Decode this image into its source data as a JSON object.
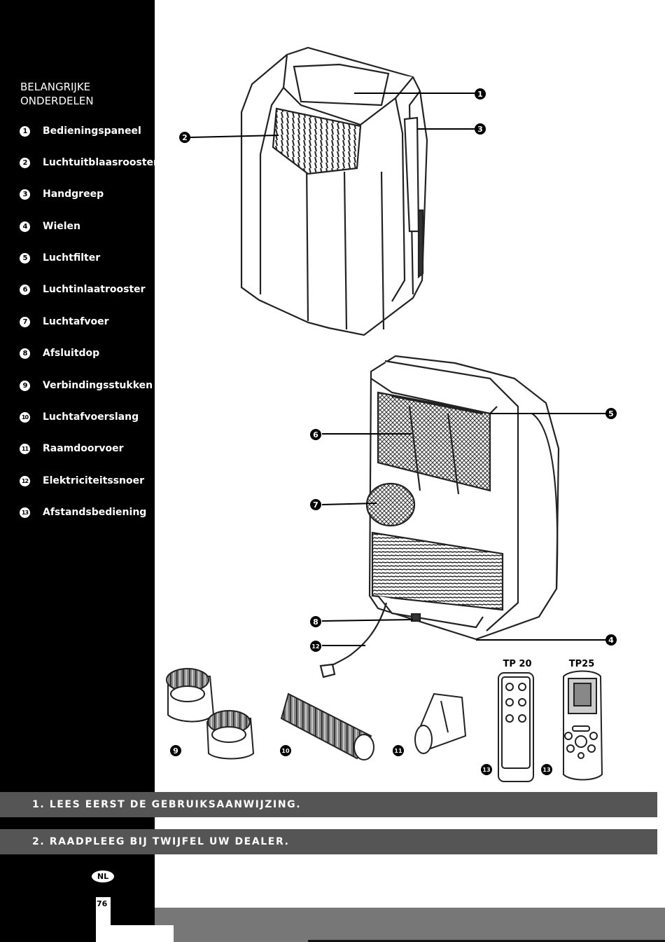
{
  "sidebar": {
    "title_line1": "BELANGRIJKE",
    "title_line2": "ONDERDELEN",
    "items": [
      {
        "num": "1",
        "label": "Bedieningspaneel"
      },
      {
        "num": "2",
        "label": "Luchtuitblaasrooster"
      },
      {
        "num": "3",
        "label": "Handgreep"
      },
      {
        "num": "4",
        "label": "Wielen"
      },
      {
        "num": "5",
        "label": "Luchtfilter"
      },
      {
        "num": "6",
        "label": "Luchtinlaatrooster"
      },
      {
        "num": "7",
        "label": "Luchtafvoer"
      },
      {
        "num": "8",
        "label": "Afsluitdop"
      },
      {
        "num": "9",
        "label": "Verbindingsstukken"
      },
      {
        "num": "10",
        "label": "Luchtafvoerslang"
      },
      {
        "num": "11",
        "label": "Raamdoorvoer"
      },
      {
        "num": "12",
        "label": "Elektriciteitssnoer"
      },
      {
        "num": "13",
        "label": "Afstandsbediening"
      }
    ]
  },
  "callouts": {
    "c1": "1",
    "c2": "2",
    "c3": "3",
    "c4": "4",
    "c5": "5",
    "c6": "6",
    "c7": "7",
    "c8": "8",
    "c9": "9",
    "c10": "10",
    "c11": "11",
    "c12": "12",
    "c13a": "13",
    "c13b": "13"
  },
  "remotes": {
    "tp20_label": "TP 20",
    "tp25_label": "TP25"
  },
  "instructions": {
    "line1": "1. LEES EERST DE GEBRUIKSAANWIJZING.",
    "line2": "2. RAADPLEEG BIJ TWIJFEL UW DEALER."
  },
  "footer": {
    "language_badge": "NL",
    "page_number": "76"
  },
  "colors": {
    "sidebar_bg": "#000000",
    "band_bg": "#555555",
    "drawing_stroke": "#222222"
  }
}
